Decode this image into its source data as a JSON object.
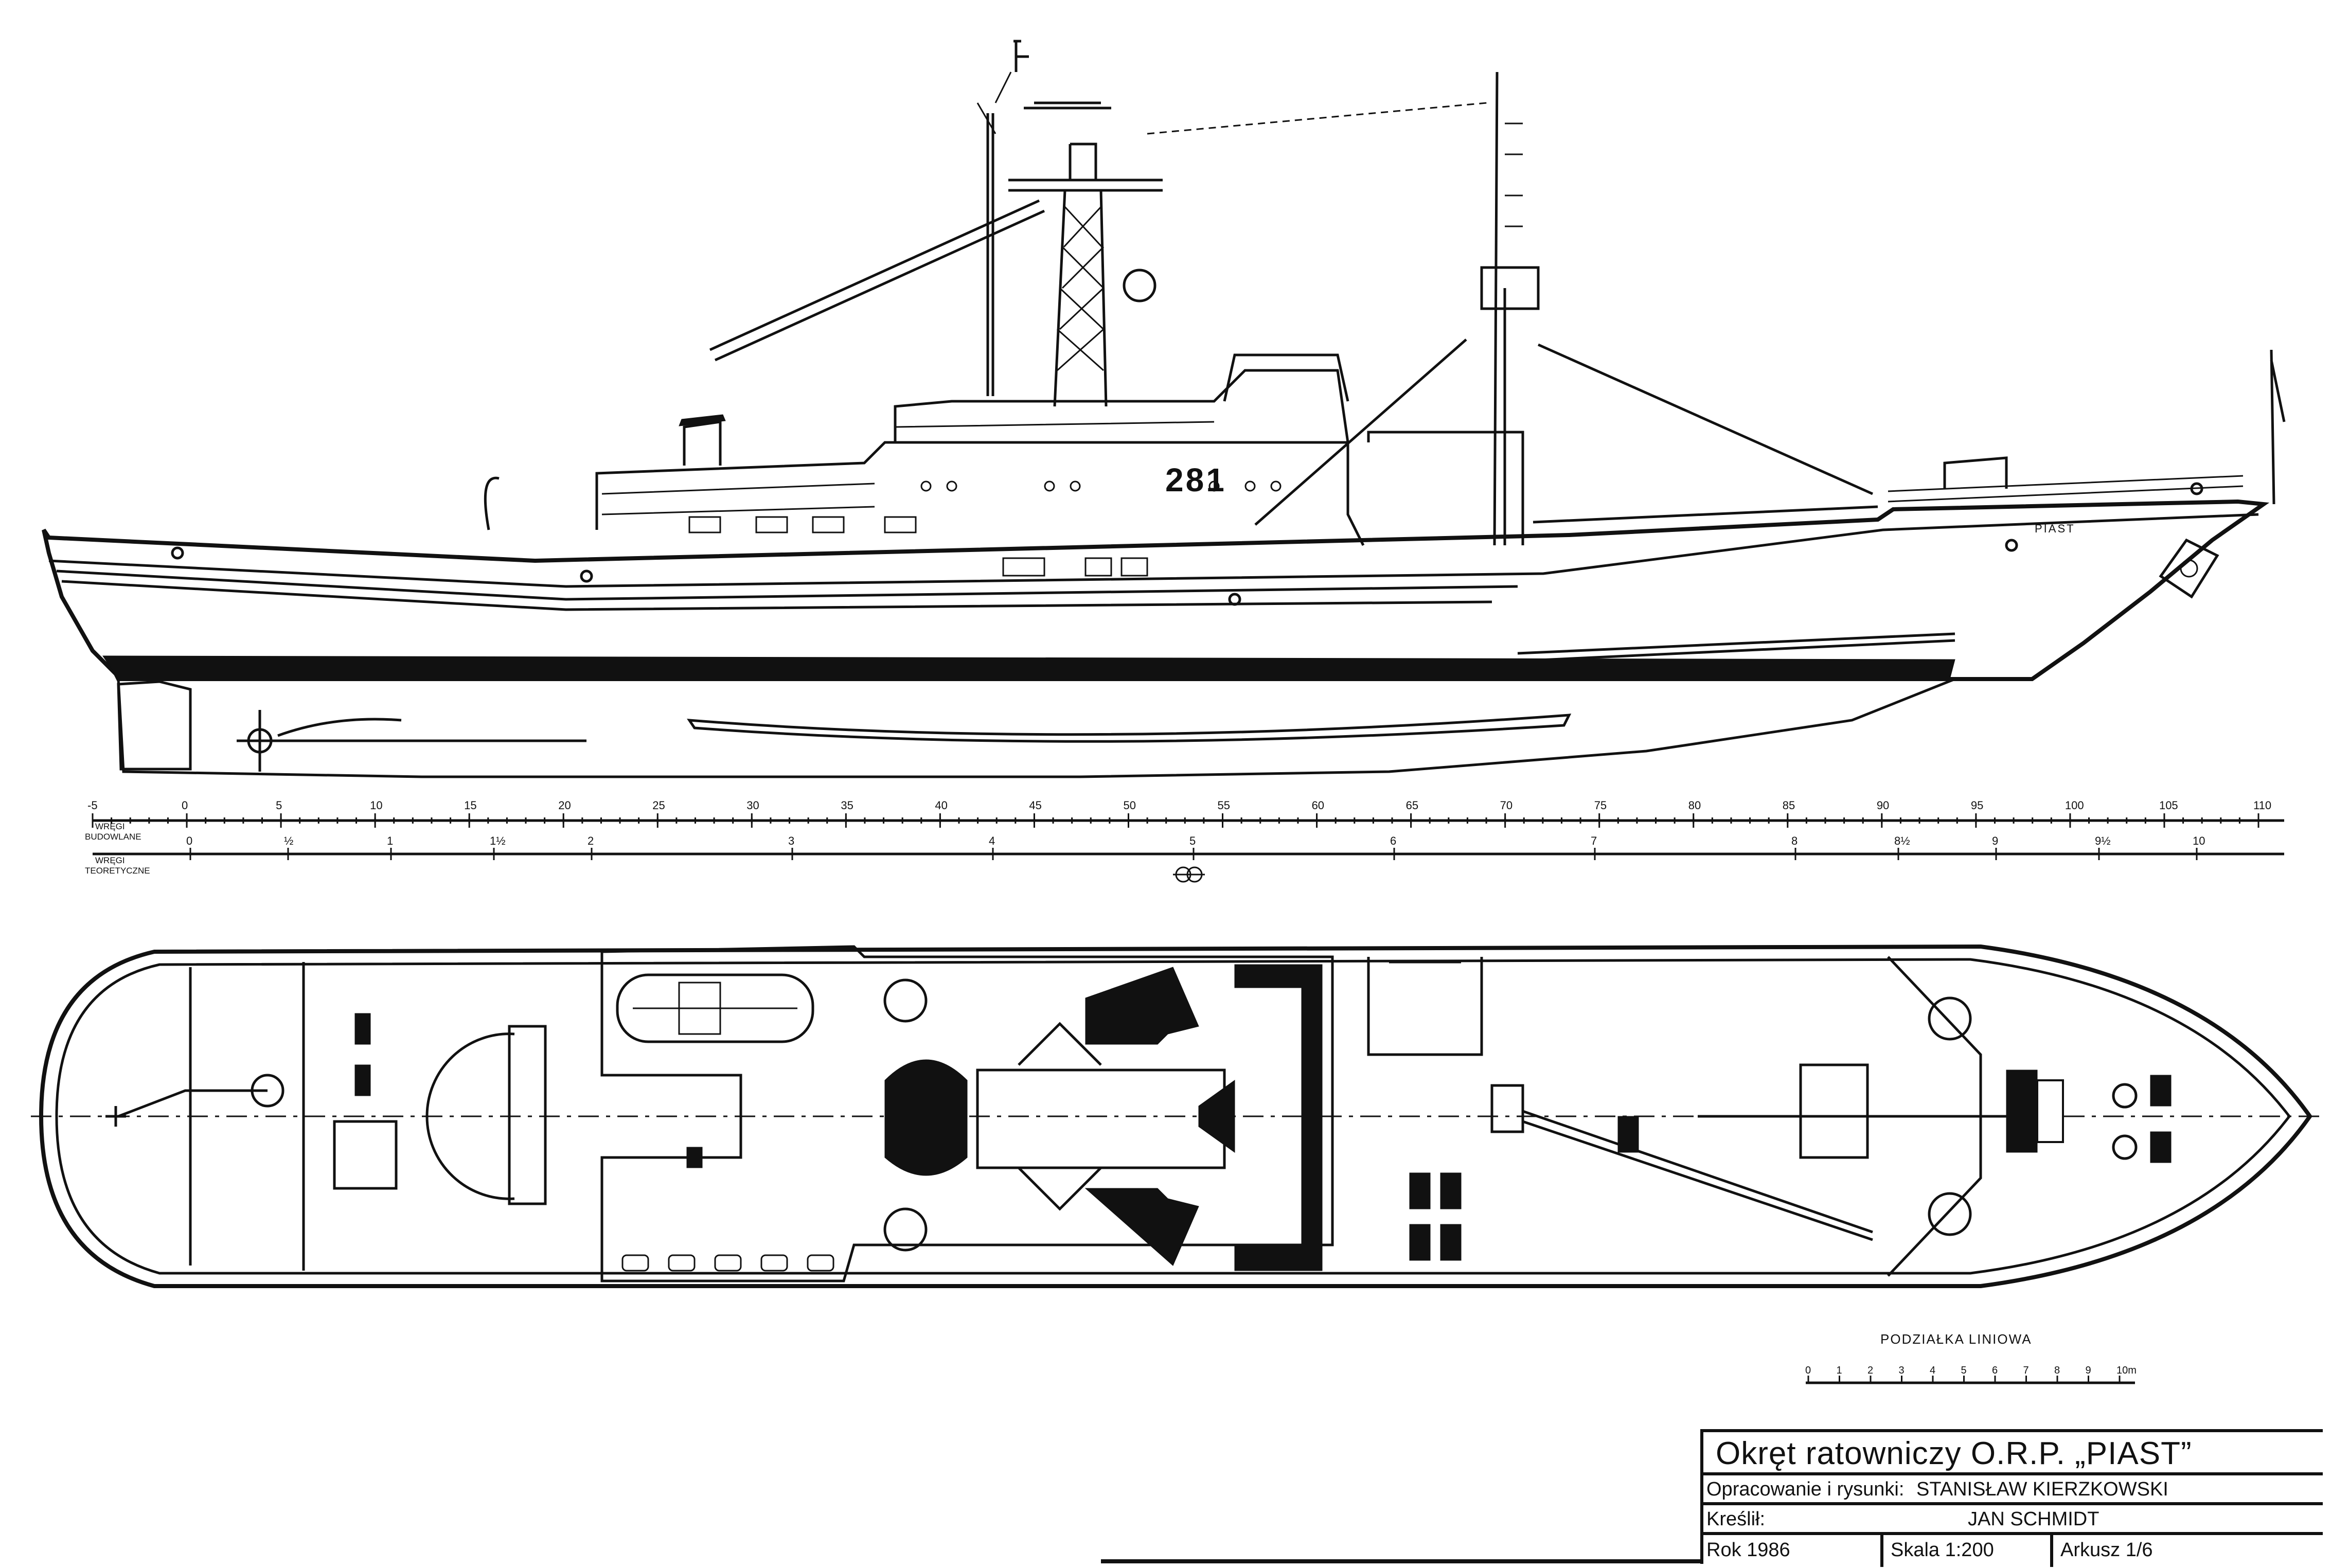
{
  "drawing": {
    "hull_number": "281",
    "bow_name": "PIAST",
    "icon_symbol": "ship-emblem-icon"
  },
  "frame_scale": {
    "row1_label_line1": "WRĘGI",
    "row1_label_line2": "BUDOWLANE",
    "row2_label_line1": "WRĘGI",
    "row2_label_line2": "TEORETYCZNE",
    "building_frames": [
      "-5",
      "0",
      "5",
      "10",
      "15",
      "20",
      "25",
      "30",
      "35",
      "40",
      "45",
      "50",
      "55",
      "60",
      "65",
      "70",
      "75",
      "80",
      "85",
      "90",
      "95",
      "100",
      "105",
      "110"
    ],
    "theoretical_frames": [
      "0",
      "½",
      "1",
      "1½",
      "2",
      "3",
      "4",
      "5",
      "6",
      "7",
      "8",
      "8½",
      "9",
      "9½",
      "10"
    ]
  },
  "linear_scale": {
    "caption": "PODZIAŁKA LINIOWA",
    "marks": [
      "0",
      "1",
      "2",
      "3",
      "4",
      "5",
      "6",
      "7",
      "8",
      "9",
      "10m"
    ]
  },
  "title_block": {
    "title": "Okręt ratowniczy O.R.P. „PIAST”",
    "author_label": "Opracowanie i rysunki:",
    "author_name": "STANISŁAW KIERZKOWSKI",
    "drafter_label": "Kreślił:",
    "drafter_name": "JAN SCHMIDT",
    "year": "Rok 1986",
    "scale": "Skala 1:200",
    "sheet": "Arkusz 1/6"
  },
  "colors": {
    "ink": "#111111",
    "paper": "#ffffff"
  }
}
